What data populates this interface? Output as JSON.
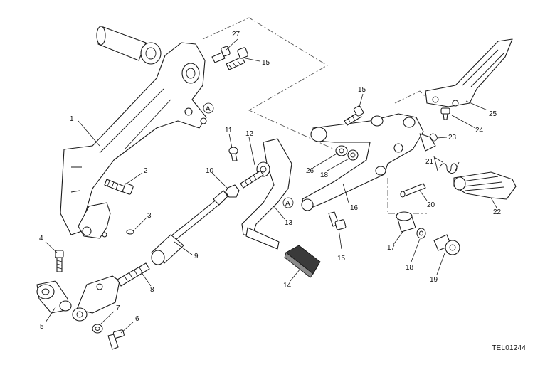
{
  "diagram": {
    "callouts": [
      "1",
      "2",
      "3",
      "4",
      "5",
      "6",
      "7",
      "8",
      "9",
      "10",
      "11",
      "12",
      "13",
      "14",
      "15",
      "16",
      "17",
      "18",
      "19",
      "20",
      "21",
      "22",
      "23",
      "24",
      "25",
      "26",
      "27"
    ],
    "marker": "A",
    "reference_code": "TEL01244"
  }
}
